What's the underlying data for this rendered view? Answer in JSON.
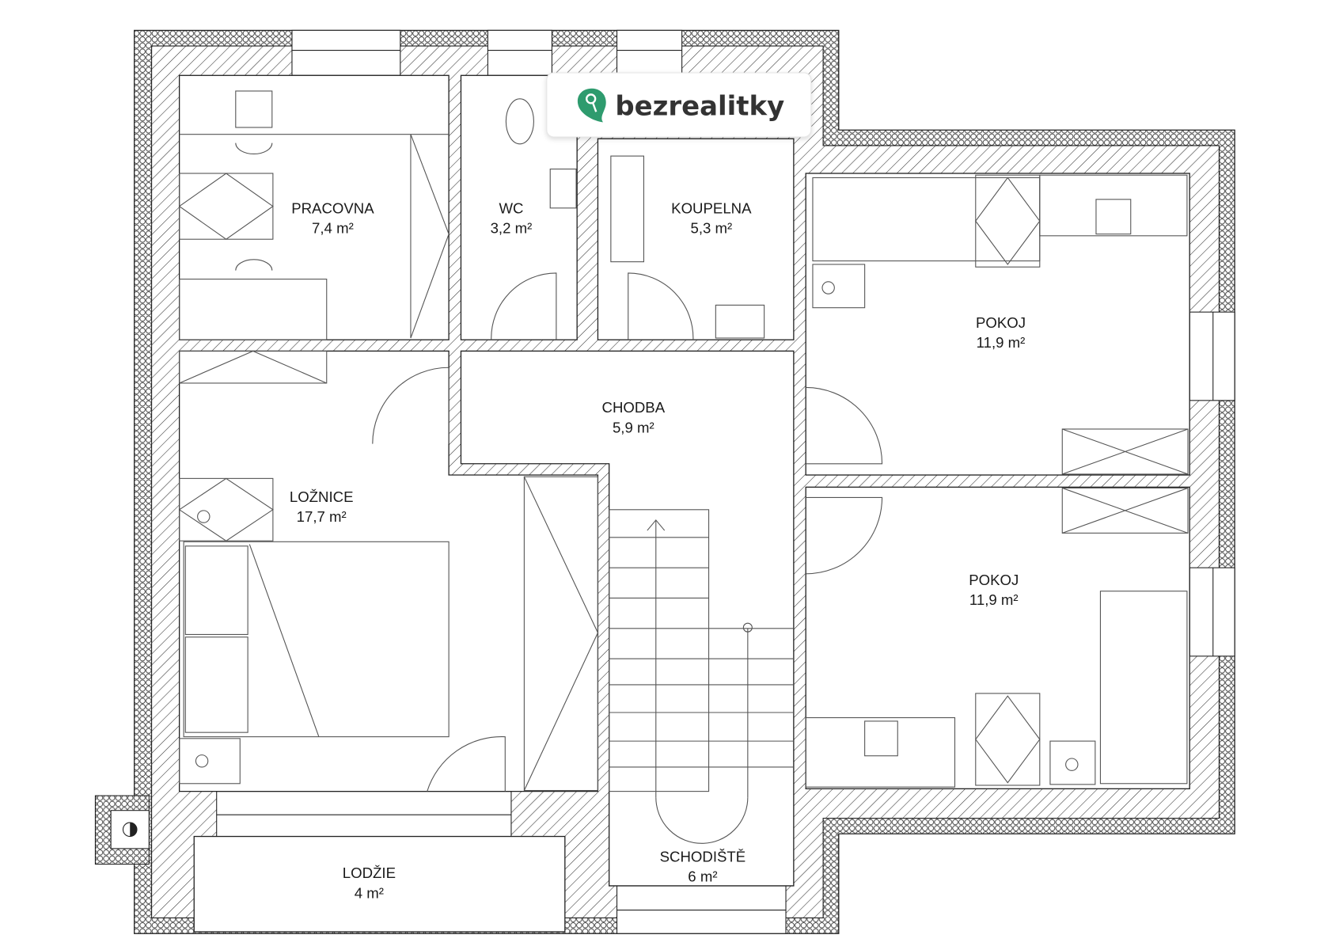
{
  "logo": {
    "text": "bezrealitky",
    "accent": "#2e9b6e"
  },
  "rooms": {
    "pracovna": {
      "name": "PRACOVNA",
      "area": "7,4 m²"
    },
    "wc": {
      "name": "WC",
      "area": "3,2 m²"
    },
    "koupelna": {
      "name": "KOUPELNA",
      "area": "5,3 m²"
    },
    "pokoj1": {
      "name": "POKOJ",
      "area": "11,9 m²"
    },
    "chodba": {
      "name": "CHODBA",
      "area": "5,9 m²"
    },
    "loznice": {
      "name": "LOŽNICE",
      "area": "17,7 m²"
    },
    "pokoj2": {
      "name": "POKOJ",
      "area": "11,9 m²"
    },
    "schodiste": {
      "name": "SCHODIŠTĚ",
      "area": "6 m²"
    },
    "lodzie": {
      "name": "LODŽIE",
      "area": "4 m²"
    }
  }
}
